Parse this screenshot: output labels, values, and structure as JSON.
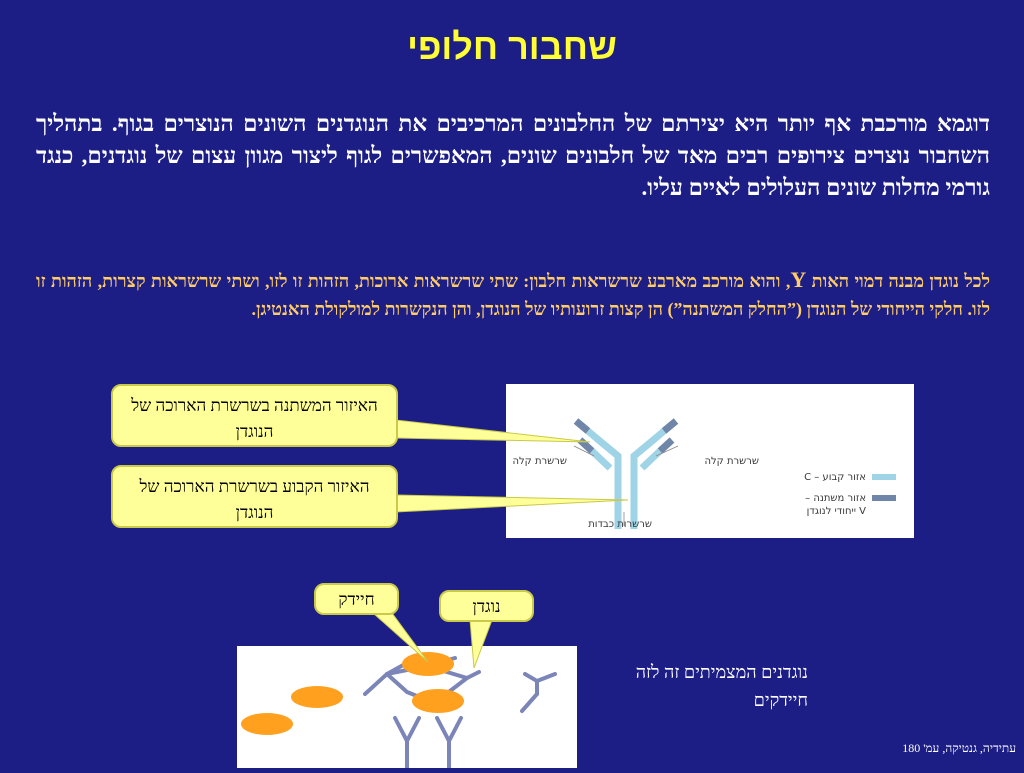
{
  "title": "שחבור חלופי",
  "paragraph1": "דוגמא מורכבת אף יותר היא יצירתם של החלבונים המרכיבים את הנוגדנים השונים הנוצרים בגוף. בתהליך השחבור נוצרים צירופים רבים מאד של חלבונים שונים, המאפשרים לגוף ליצור מגוון עצום של נוגדנים, כנגד גורמי מחלות שונים העלולים לאיים עליו.",
  "paragraph2": {
    "part1": "לכל נוגדן מבנה דמוי האות ",
    "letter": "Y",
    "part2": ", והוא מורכב מארבע שרשראות חלבון: שתי שרשראות ארוכות, הזהות זו לזו, ושתי שרשראות קצרות, הזהות זו לזו. חלקי הייחודי של הנוגדן (”החלק המשתנה”) הן קצות זרועותיו של הנוגדן, והן הנקשרות למולקולת האנטיגן."
  },
  "callouts": {
    "variable_region": "האיזור המשתנה בשרשרת הארוכה של הנוגדן",
    "constant_region": "האיזור הקבוע בשרשרת הארוכה של הנוגדן",
    "antigen": "חיידק",
    "antibody": "נוגדן"
  },
  "antibody_figure": {
    "light_chain_left": "שרשרת קלה",
    "light_chain_right": "שרשרת קלה",
    "heavy_chains": "שרשרות כבדות",
    "legend": [
      {
        "label": "אזור קבוע – C",
        "color": "#9fd3e6"
      },
      {
        "label": "אזור משתנה – V ייחודי לנוגדן",
        "color": "#6f86a8"
      }
    ]
  },
  "caption": "נוגדנים המצמיתים זה לזה חיידקים",
  "footer": "עתידיה, גנטיקה, עמ' 180",
  "colors": {
    "background": "#1c1e86",
    "title": "#ffff33",
    "highlight_text": "#ffcc66",
    "callout_fill": "#ffff99",
    "bacterium": "#ffa01e",
    "antibody_small": "#7b85b8"
  }
}
